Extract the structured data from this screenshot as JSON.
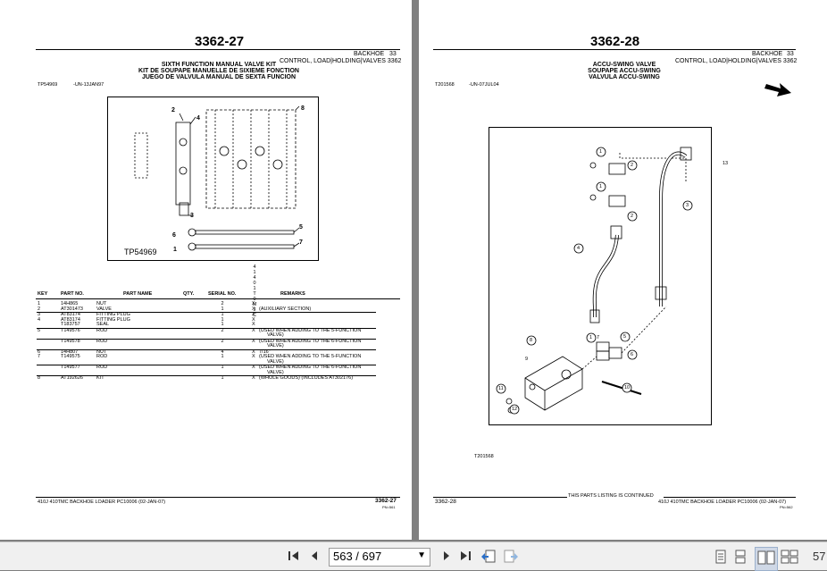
{
  "left_page": {
    "page_number": "3362-27",
    "section_label": "BACKHOE",
    "section_number": "33",
    "section_title": "CONTROL, LOAD|HOLDING|VALVES 3362",
    "titles": [
      "SIXTH FUNCTION MANUAL VALVE KIT",
      "KIT DE SOUPAPE MANUELLE DE SIXIEME FONCTION",
      "JUEGO DE VALVULA MANUAL DE SEXTA FUNCION"
    ],
    "ref_left": "TP54969",
    "ref_mid": "-UN-13JAN97",
    "figure_label": "TP54969",
    "callouts": [
      "1",
      "2",
      "3",
      "4",
      "5",
      "6",
      "7",
      "8"
    ],
    "model_col_header": [
      "4",
      "1",
      "4 0",
      "1 T",
      "0 M",
      "J C"
    ],
    "table_headers": [
      "KEY",
      "PART NO.",
      "PART NAME",
      "QTY.",
      "SERIAL NO.",
      "REMARKS"
    ],
    "rows": [
      {
        "key": "1",
        "part": "14H865",
        "name": "NUT",
        "qty": "2",
        "m1": "X",
        "remarks": ""
      },
      {
        "key": "2",
        "part": "AT301473",
        "name": "VALVE",
        "qty": "1",
        "m1": "X",
        "remarks": "(AUXILIARY SECTION)"
      },
      {
        "key": "3",
        "part": "AT83174",
        "name": "FITTING PLUG",
        "qty": "1",
        "m1": "X",
        "remarks": ""
      },
      {
        "key": "4",
        "part": "AT83174",
        "name": "FITTING PLUG",
        "qty": "1",
        "m1": "X",
        "remarks": ""
      },
      {
        "key": "",
        "part": "T183757",
        "name": "SEAL",
        "qty": "1",
        "m1": "X",
        "remarks": ""
      },
      {
        "key": "5",
        "part": "T149576",
        "name": "ROD",
        "qty": "2",
        "m1": "X",
        "remarks": "(USED WHEN ADDING TO THE 5-FUNCTION"
      },
      {
        "key": "",
        "part": "",
        "name": "",
        "qty": "",
        "m1": "",
        "remarks": "VALVE)"
      },
      {
        "key": "",
        "part": "T149578",
        "name": "ROD",
        "qty": "2",
        "m1": "X",
        "remarks": "(USED WHEN ADDING TO THE 6-FUNCTION"
      },
      {
        "key": "",
        "part": "",
        "name": "",
        "qty": "",
        "m1": "",
        "remarks": "VALVE)"
      },
      {
        "key": "6",
        "part": "14H807",
        "name": "NUT",
        "qty": "4",
        "m1": "X",
        "remarks": "7/16\""
      },
      {
        "key": "7",
        "part": "T149575",
        "name": "ROD",
        "qty": "1",
        "m1": "X",
        "remarks": "(USED WHEN ADDING TO THE 5-FUNCTION"
      },
      {
        "key": "",
        "part": "",
        "name": "",
        "qty": "",
        "m1": "",
        "remarks": "VALVE)"
      },
      {
        "key": "",
        "part": "T149577",
        "name": "ROD",
        "qty": "1",
        "m1": "X",
        "remarks": "(USED WHEN ADDING TO THE 6-FUNCTION"
      },
      {
        "key": "",
        "part": "",
        "name": "",
        "qty": "",
        "m1": "",
        "remarks": "VALVE)"
      },
      {
        "key": "8",
        "part": "AT192626",
        "name": "KIT",
        "qty": "1",
        "m1": "X",
        "remarks": "(WHOLE GOODS) (INCLUDES AT302176)"
      }
    ],
    "footer_left": "410J 410TMC BACKHOE LOADER   PC10006   (02-JAN-07)",
    "footer_right": "3362-27",
    "footer_code": "PN=561"
  },
  "right_page": {
    "page_number": "3362-28",
    "section_label": "BACKHOE",
    "section_number": "33",
    "section_title": "CONTROL, LOAD|HOLDING|VALVES 3362",
    "titles": [
      "ACCU-SWING VALVE",
      "SOUPAPE ACCU-SWING",
      "VALVULA ACCU-SWING"
    ],
    "ref_left": "T201568",
    "ref_mid": "-UN-07JUL04",
    "figure_label": "T201568",
    "callouts": [
      "1",
      "2",
      "3",
      "4",
      "5",
      "6",
      "7",
      "8",
      "9",
      "10",
      "11",
      "12",
      "13"
    ],
    "continued": "THIS PARTS LISTING IS CONTINUED",
    "footer_left": "3362-28",
    "footer_right": "410J 410TMC BACKHOE LOADER   PC10006   (02-JAN-07)",
    "footer_code": "PN=562"
  },
  "toolbar": {
    "first_icon": "first-page-icon",
    "prev_icon": "prev-page-icon",
    "page_value": "563 / 697",
    "next_icon": "next-page-icon",
    "last_icon": "last-page-icon",
    "zoom_partial": "57"
  }
}
